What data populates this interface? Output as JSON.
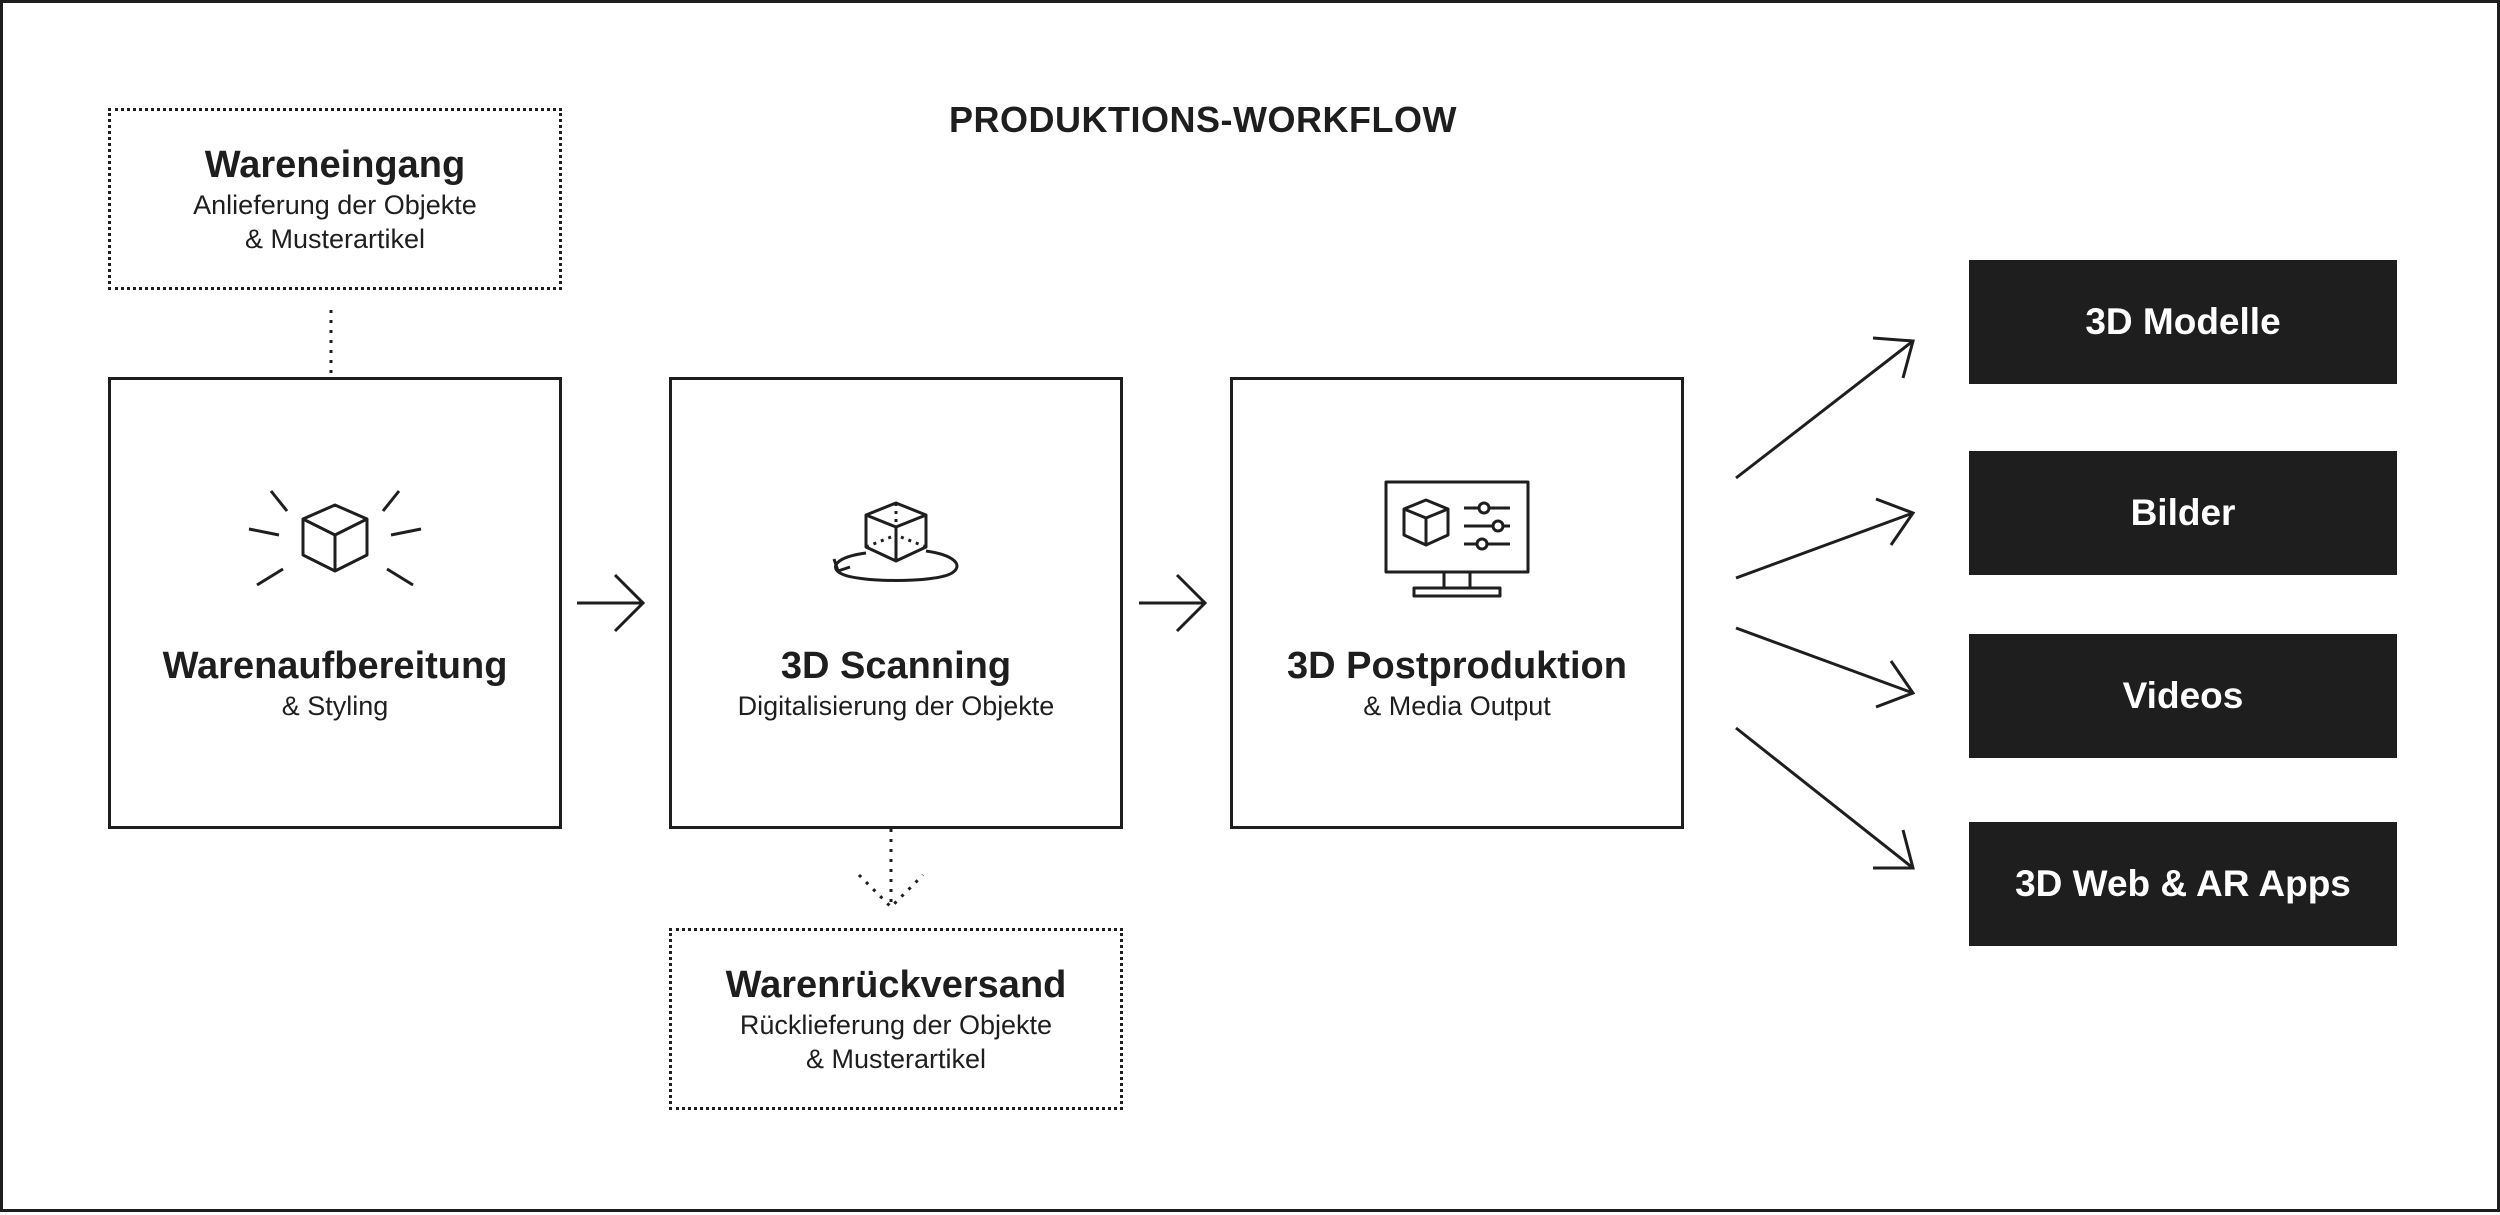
{
  "title": "PRODUKTIONS-WORKFLOW",
  "input_box": {
    "heading": "Wareneingang",
    "line1": "Anlieferung der Objekte",
    "line2": "& Musterartikel"
  },
  "stages": [
    {
      "heading": "Warenaufbereitung",
      "sub": "& Styling",
      "icon": "burst-cube-icon"
    },
    {
      "heading": "3D Scanning",
      "sub": "Digitalisierung der Objekte",
      "icon": "rotating-cube-icon"
    },
    {
      "heading": "3D Postproduktion",
      "sub": "& Media Output",
      "icon": "monitor-sliders-icon"
    }
  ],
  "return_box": {
    "heading": "Warenrückversand",
    "line1": "Rücklieferung der Objekte",
    "line2": "& Musterartikel"
  },
  "outputs": [
    "3D Modelle",
    "Bilder",
    "Videos",
    "3D Web & AR Apps"
  ],
  "colors": {
    "ink": "#1e1e1e",
    "background": "#ffffff",
    "output_text": "#ffffff"
  }
}
